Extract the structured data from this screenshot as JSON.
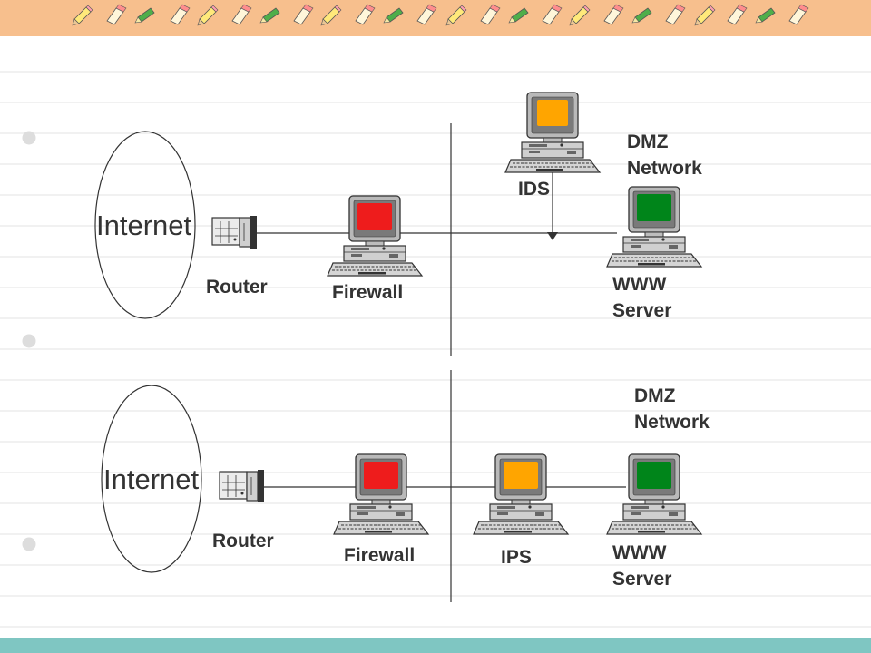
{
  "colors": {
    "header_band": "#f7bf8d",
    "footer_band": "#7fc6c2",
    "ruled_line": "#e3e3e3",
    "firewall_screen": "#ee1c1c",
    "ids_ips_screen": "#ffa500",
    "server_screen": "#00851a",
    "line": "#333333"
  },
  "decor": {
    "header_icons": "pencil-and-eraser-icons",
    "binder_holes": "binder-hole-icons"
  },
  "top_diagram": {
    "internet_label": "Internet",
    "router_label": "Router",
    "firewall_label": "Firewall",
    "ids_label": "IDS",
    "dmz_label_line1": "DMZ",
    "dmz_label_line2": "Network",
    "server_label_line1": "WWW",
    "server_label_line2": "Server"
  },
  "bottom_diagram": {
    "internet_label": "Internet",
    "router_label": "Router",
    "firewall_label": "Firewall",
    "ips_label": "IPS",
    "dmz_label_line1": "DMZ",
    "dmz_label_line2": "Network",
    "server_label_line1": "WWW",
    "server_label_line2": "Server"
  }
}
